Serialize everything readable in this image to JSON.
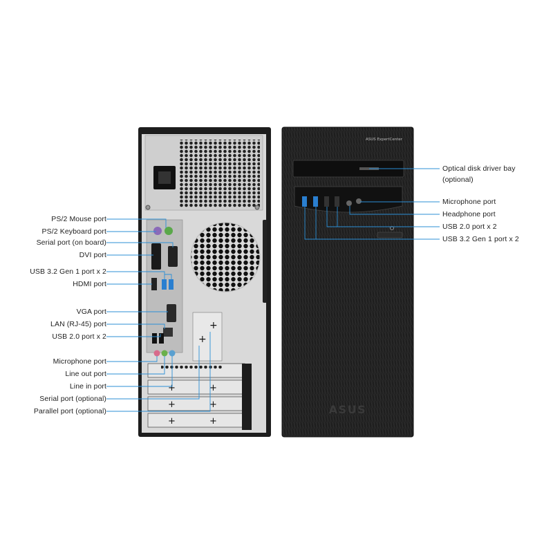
{
  "rear_labels": [
    "PS/2 Mouse port",
    "PS/2 Keyboard port",
    "Serial port (on board)",
    "DVI port",
    "USB 3.2 Gen 1 port x 2",
    "HDMI port",
    "VGA port",
    "LAN (RJ-45) port",
    "USB 2.0 port x 2",
    "Microphone port",
    "Line out port",
    "Line in port",
    "Serial port (optional)",
    "Parallel port (optional)"
  ],
  "front_labels": [
    "Optical disk driver bay",
    "(optional)",
    "Microphone port",
    "Headphone port",
    "USB 2.0 port x 2",
    "USB 3.2 Gen 1 port x 2"
  ],
  "branding": {
    "model": "ASUS ExpertCenter",
    "logo": "ASUS"
  },
  "colors": {
    "callout_line": "#2b8fd6",
    "case_dark": "#1d1d1d",
    "panel_silver": "#dcdcdc",
    "usb3_blue": "#2a7fd0",
    "ps2_purple": "#8a6ab8",
    "ps2_green": "#5aa84a",
    "audio_pink": "#d86a8a",
    "audio_green": "#6ab04a",
    "audio_blue": "#5aa0d0"
  }
}
